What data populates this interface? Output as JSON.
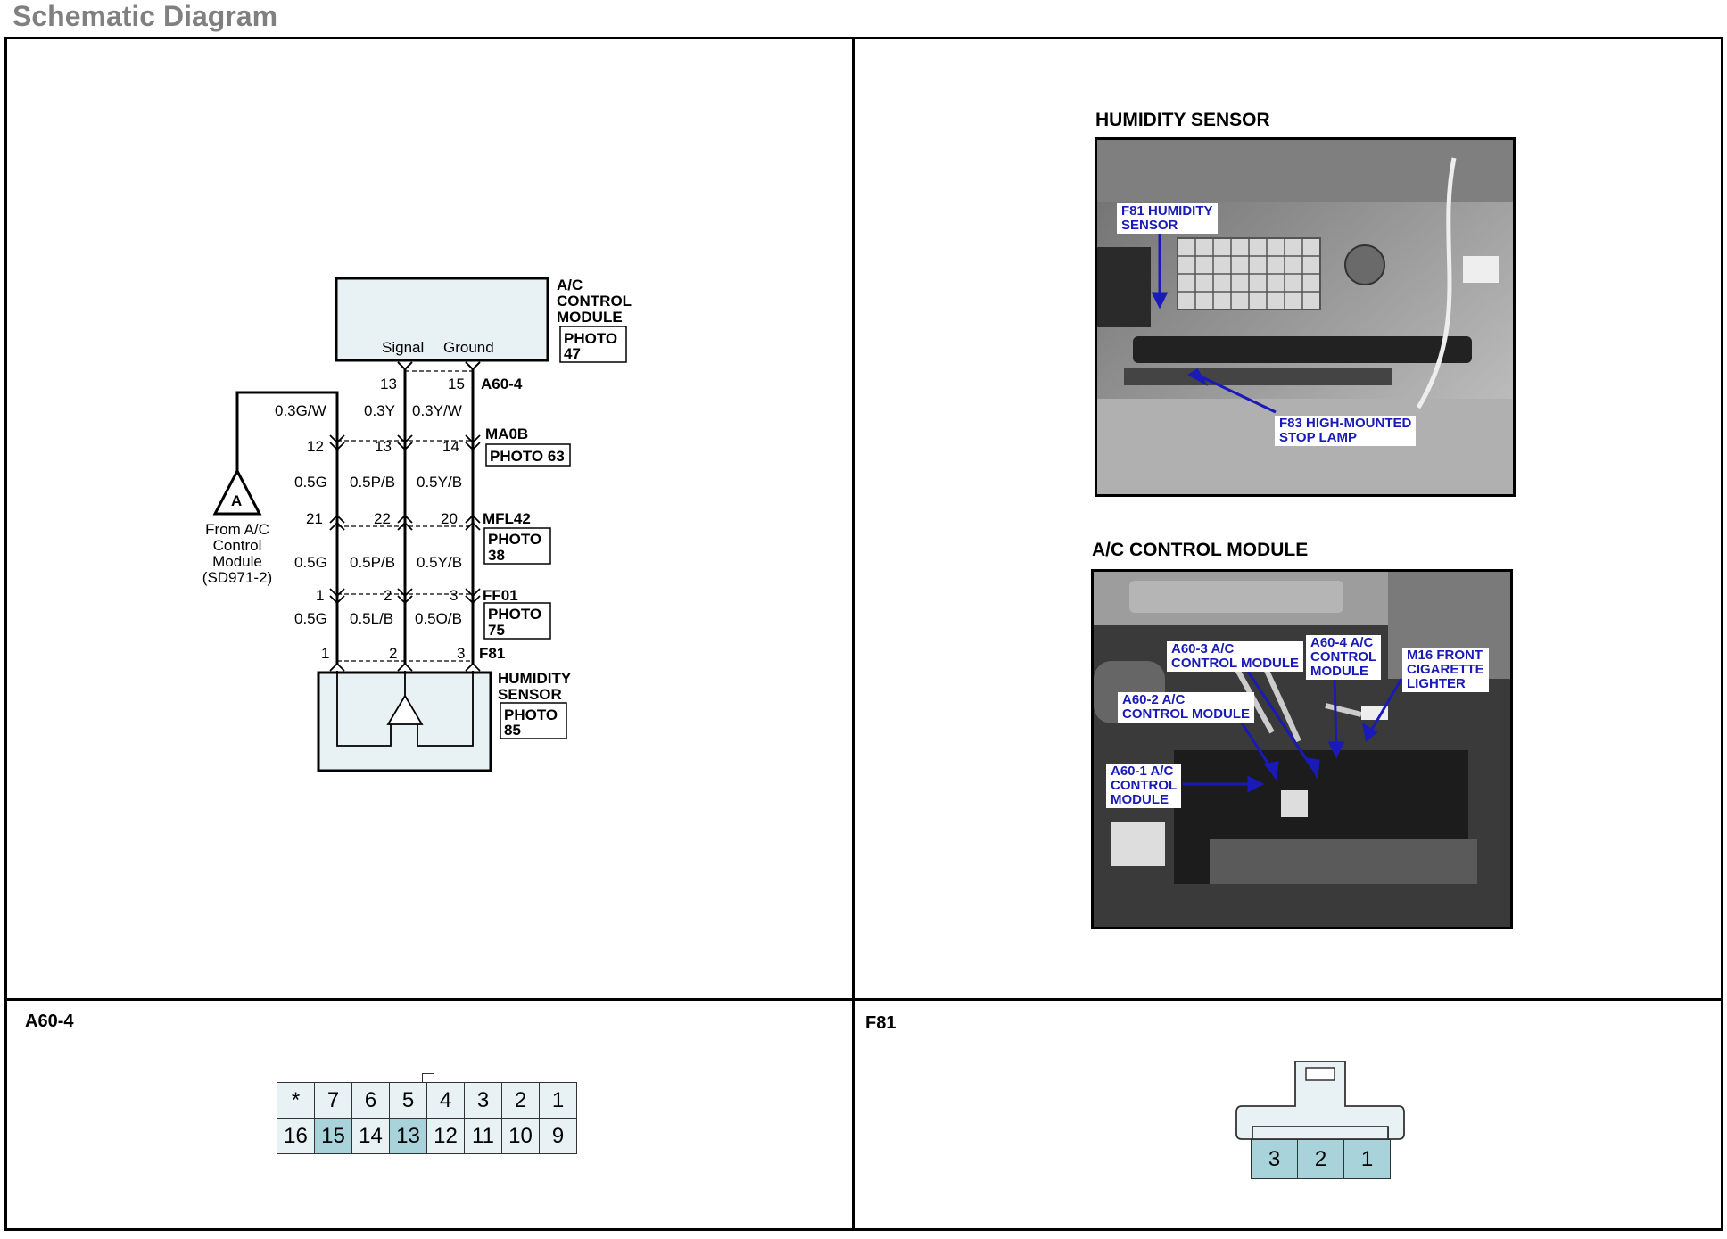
{
  "page": {
    "title": "Schematic Diagram"
  },
  "schematic": {
    "module": {
      "name_lines": [
        "A/C",
        "CONTROL",
        "MODULE"
      ],
      "photo_lines": [
        "PHOTO",
        "47"
      ],
      "signal_label": "Signal",
      "ground_label": "Ground"
    },
    "connectors": {
      "a60_4": {
        "id": "A60-4",
        "pins": [
          "13",
          "15"
        ]
      },
      "ma0b": {
        "id": "MA0B",
        "photo": "PHOTO 63",
        "pins": [
          "12",
          "13",
          "14"
        ]
      },
      "mfl42": {
        "id": "MFL42",
        "photo_lines": [
          "PHOTO",
          "38"
        ],
        "pins": [
          "21",
          "22",
          "20"
        ]
      },
      "ff01": {
        "id": "FF01",
        "photo_lines": [
          "PHOTO",
          "75"
        ],
        "pins": [
          "1",
          "2",
          "3"
        ]
      },
      "f81": {
        "id": "F81",
        "pins": [
          "1",
          "2",
          "3"
        ]
      }
    },
    "wires": {
      "row1": [
        "0.3G/W",
        "0.3Y",
        "0.3Y/W"
      ],
      "row2": [
        "0.5G",
        "0.5P/B",
        "0.5Y/B"
      ],
      "row3": [
        "0.5G",
        "0.5P/B",
        "0.5Y/B"
      ],
      "row4": [
        "0.5G",
        "0.5L/B",
        "0.5O/B"
      ]
    },
    "offpage": {
      "letter": "A",
      "text_lines": [
        "From A/C",
        "Control",
        "Module",
        "(SD971-2)"
      ]
    },
    "sensor": {
      "name_lines": [
        "HUMIDITY",
        "SENSOR"
      ],
      "photo_lines": [
        "PHOTO",
        "85"
      ]
    }
  },
  "photos": {
    "humidity": {
      "title": "HUMIDITY SENSOR",
      "callouts": [
        "F81 HUMIDITY\nSENSOR",
        "F83 HIGH-MOUNTED\nSTOP LAMP"
      ]
    },
    "ac_module": {
      "title": "A/C CONTROL MODULE",
      "callouts": [
        "A60-3  A/C\nCONTROL MODULE",
        "A60-4  A/C\nCONTROL\nMODULE",
        "M16 FRONT\nCIGARETTE\nLIGHTER",
        "A60-2  A/C\nCONTROL MODULE",
        "A60-1 A/C\nCONTROL\nMODULE"
      ]
    }
  },
  "connector_views": {
    "a60_4": {
      "label": "A60-4",
      "top_row": [
        "*",
        "7",
        "6",
        "5",
        "4",
        "3",
        "2",
        "1"
      ],
      "bottom_row": [
        "16",
        "15",
        "14",
        "13",
        "12",
        "11",
        "10",
        "9"
      ],
      "highlighted": [
        "15",
        "13"
      ]
    },
    "f81": {
      "label": "F81",
      "pins": [
        "3",
        "2",
        "1"
      ],
      "highlighted": [
        "3",
        "2",
        "1"
      ]
    }
  },
  "colors": {
    "pin_fill": "#e8f2f4",
    "pin_highlight": "#a9d3db",
    "callout_text": "#1a1ab8",
    "title_gray": "#808080"
  }
}
